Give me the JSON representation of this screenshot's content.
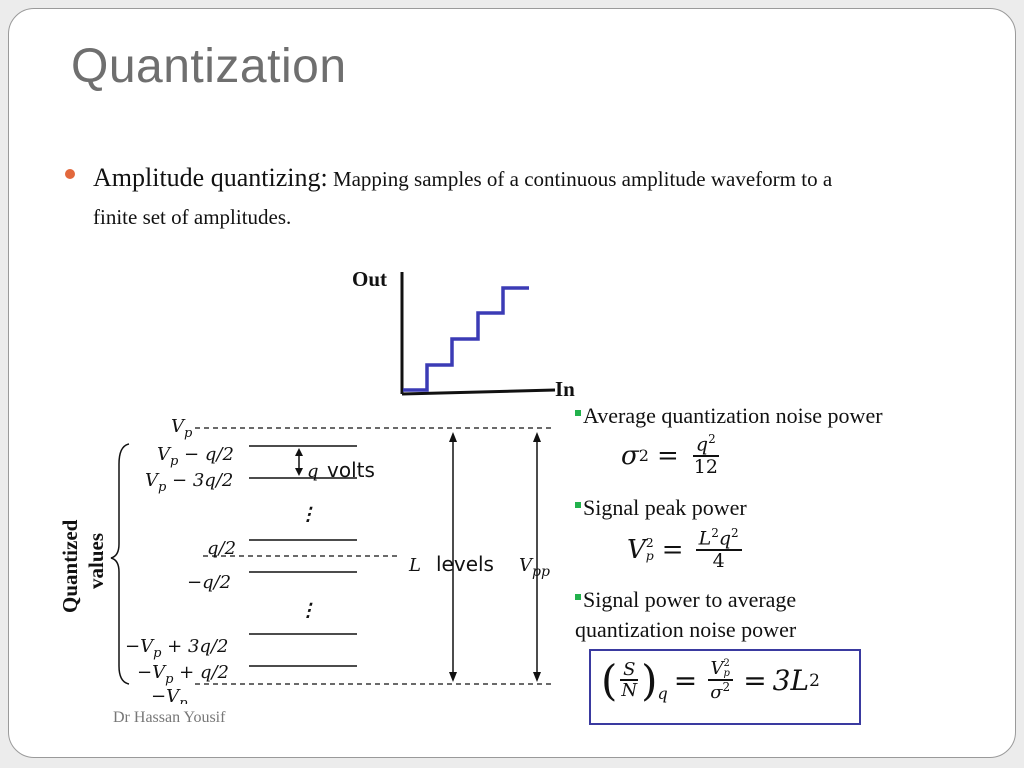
{
  "slide": {
    "title": "Quantization",
    "bullet": {
      "lead": "Amplitude quantizing:",
      "text": "Mapping samples of a continuous amplitude waveform to a finite set of amplitudes."
    },
    "graph": {
      "out_label": "Out",
      "in_label": "In",
      "line_color": "#3b3bb5"
    },
    "levels": {
      "vp": "V",
      "vp_sub": "p",
      "l1": "V",
      "l1_tail": " − q/2",
      "l2": "V",
      "l2_tail": " − 3q/2",
      "l3": "q/2",
      "l4": "−q/2",
      "l5_head": "−V",
      "l5_tail": " + 3q/2",
      "l6_head": "−V",
      "l6_tail": " + q/2",
      "vneg_head": "−V",
      "q_volts_q": "q",
      "q_volts": "volts",
      "L": "L",
      "levels_word": "levels",
      "vpp": "V",
      "vpp_sub": "pp",
      "dots": "⋮",
      "quantized": "Quantized",
      "values": "values"
    },
    "items": [
      {
        "text": "Average quantization noise power"
      },
      {
        "text": "Signal peak power"
      },
      {
        "text": "Signal power to average quantization noise power"
      }
    ],
    "eq1": {
      "lhs": "σ",
      "lhs_sup": "2",
      "eq": "=",
      "num": "q",
      "num_sup": "2",
      "den": "12"
    },
    "eq2": {
      "lhs": "V",
      "lhs_sub": "p",
      "lhs_sup": "2",
      "eq": "=",
      "num": "L",
      "num_sup1": "2",
      "num2": "q",
      "num_sup2": "2",
      "den": "4"
    },
    "eq3": {
      "paren_num": "S",
      "paren_den": "N",
      "sub": "q",
      "eq": "=",
      "num": "V",
      "num_sub": "p",
      "num_sup": "2",
      "den": "σ",
      "den_sup": "2",
      "eq2": "=",
      "rhs": "3L",
      "rhs_sup": "2"
    },
    "footer": "Dr Hassan Yousif",
    "colors": {
      "accent_bullet": "#e2683c",
      "sub_bullet": "#22b14c",
      "box_border": "#3a3aa0",
      "title": "#6f6f6f"
    }
  }
}
